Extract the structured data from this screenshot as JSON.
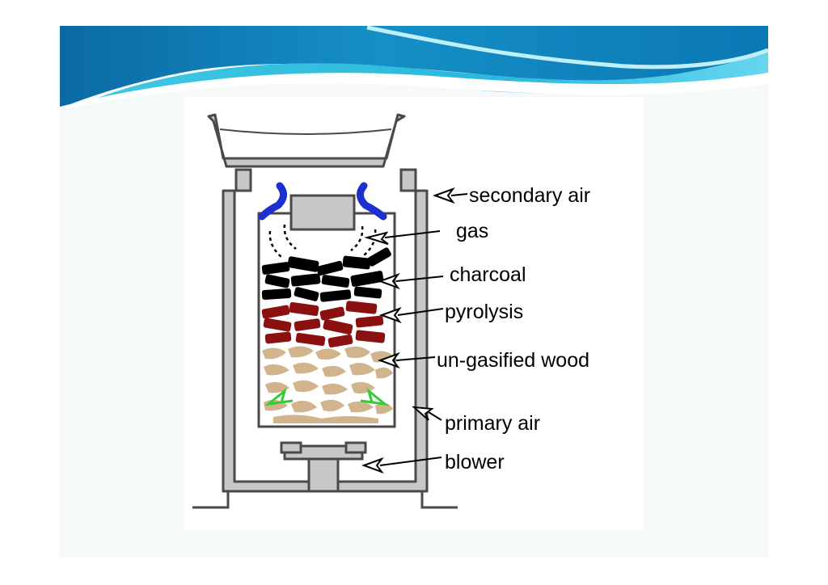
{
  "colors": {
    "banner_dark": "#0a6ea8",
    "banner_mid": "#1fb3d6",
    "banner_light": "#8fe3f0",
    "secondary_air_nozzle": "#1e2fd0",
    "charcoal": "#000000",
    "pyrolysis": "#8b1010",
    "wood": "#d2b48c",
    "primary_air_arrow": "#33cc33",
    "metal_grey": "#c0c0c0",
    "outline": "#4a4a4a"
  },
  "diagram": {
    "labels": {
      "secondary_air": "secondary air",
      "gas": "gas",
      "charcoal": "charcoal",
      "pyrolysis": "pyrolysis",
      "ungasified_wood": "un-gasified wood",
      "primary_air": "primary air",
      "blower": "blower"
    }
  }
}
